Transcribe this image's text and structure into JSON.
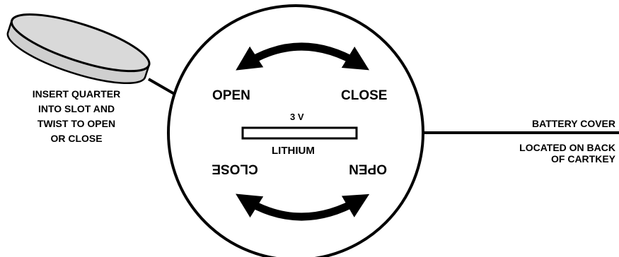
{
  "instruction": {
    "line1": "INSERT QUARTER",
    "line2": "INTO SLOT AND",
    "line3": "TWIST TO OPEN",
    "line4": "OR CLOSE"
  },
  "dial": {
    "open_top": "OPEN",
    "close_top": "CLOSE",
    "voltage": "3 V",
    "battery_type": "LITHIUM",
    "close_bottom": "CLOSE",
    "open_bottom": "OPEN"
  },
  "callout": {
    "title": "BATTERY COVER",
    "line1": "LOCATED ON BACK",
    "line2": "OF CARTKEY"
  },
  "colors": {
    "ink": "#000000",
    "coin_fill": "#d9d9d9",
    "background": "#ffffff"
  },
  "icons": [
    "coin-icon",
    "rotate-arrow-icon"
  ]
}
